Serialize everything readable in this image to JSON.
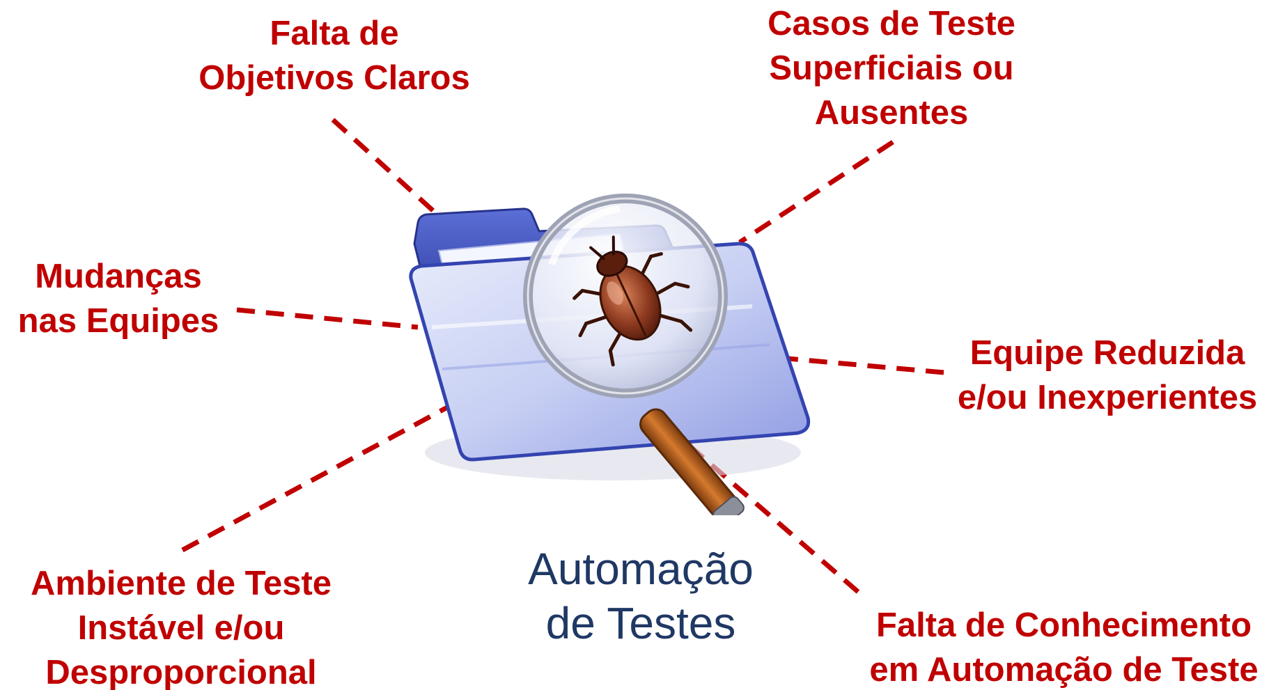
{
  "diagram": {
    "center": {
      "lines": [
        "Automação",
        "de Testes"
      ],
      "icon": "folder-magnifier-bug-icon",
      "color": "#1f3864"
    },
    "accent_color": "#c00000",
    "problems": [
      {
        "id": "objetivos",
        "lines": [
          "Falta de",
          "Objetivos Claros"
        ]
      },
      {
        "id": "casos",
        "lines": [
          "Casos de Teste",
          "Superficiais ou",
          "Ausentes"
        ]
      },
      {
        "id": "mudancas",
        "lines": [
          "Mudanças",
          "nas Equipes"
        ]
      },
      {
        "id": "equipe",
        "lines": [
          "Equipe Reduzida",
          "e/ou Inexperientes"
        ]
      },
      {
        "id": "ambiente",
        "lines": [
          "Ambiente de Teste",
          "Instável e/ou",
          "Desproporcional"
        ]
      },
      {
        "id": "conhecimento",
        "lines": [
          "Falta de Conhecimento",
          "em Automação de Teste"
        ]
      }
    ]
  }
}
